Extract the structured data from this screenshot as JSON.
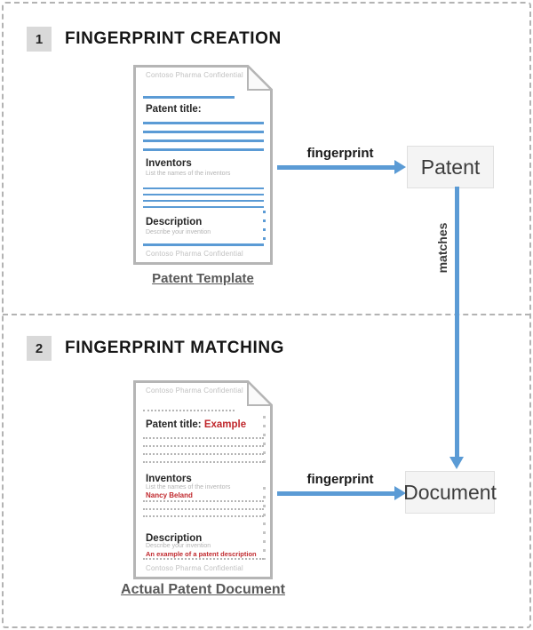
{
  "colors": {
    "accent_blue": "#5B9BD5",
    "value_red": "#C0282D",
    "doc_border_gray": "#b5b5b5",
    "badge_gray": "#d9d9d9",
    "node_box_bg": "#f4f4f4",
    "caption_gray": "#595959"
  },
  "sections": [
    {
      "number": "1",
      "title": "FINGERPRINT CREATION"
    },
    {
      "number": "2",
      "title": "FINGERPRINT MATCHING"
    }
  ],
  "template_doc": {
    "header": "Contoso Pharma Confidential",
    "patent_title_label": "Patent title:",
    "inventors_label": "Inventors",
    "inventors_hint": "List the names of the inventors",
    "description_label": "Description",
    "description_hint": "Describe your invention",
    "footer": "Contoso Pharma Confidential",
    "caption": "Patent Template"
  },
  "actual_doc": {
    "header": "Contoso Pharma Confidential",
    "patent_title_label": "Patent title:",
    "patent_title_value": "Example",
    "inventors_label": "Inventors",
    "inventors_hint": "List the names of the inventors",
    "inventors_value": "Nancy Beland",
    "description_label": "Description",
    "description_hint": "Describe your invention",
    "description_value": "An example of a patent description",
    "footer": "Contoso Pharma Confidential",
    "caption": "Actual Patent Document"
  },
  "arrows": {
    "fingerprint_top": "fingerprint",
    "fingerprint_bottom": "fingerprint",
    "matches": "matches"
  },
  "nodes": {
    "patent": "Patent",
    "document": "Document"
  }
}
